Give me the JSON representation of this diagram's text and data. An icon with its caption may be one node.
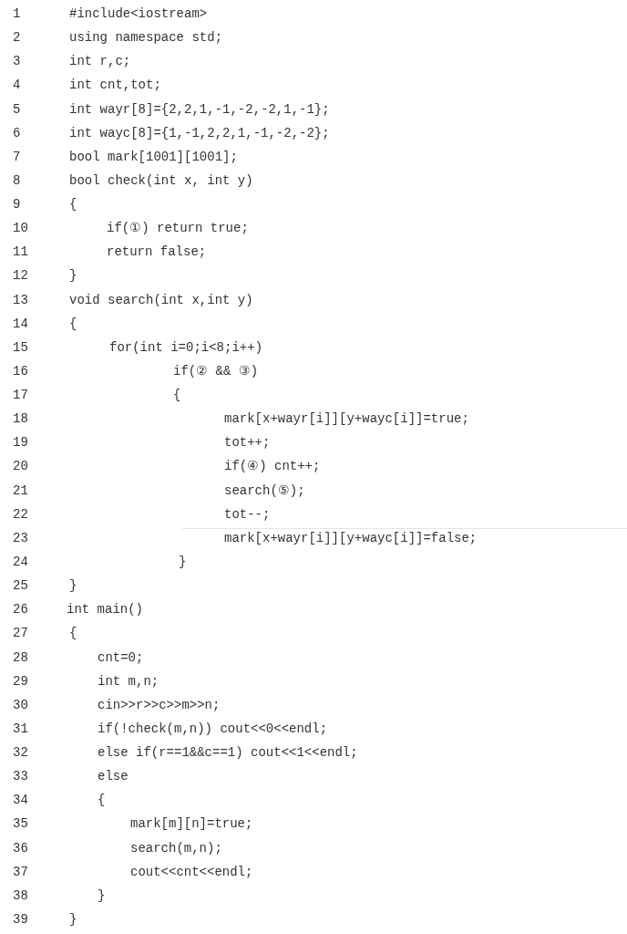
{
  "diagram": {
    "labels": [
      "1",
      "#include<iostream>",
      "2",
      "using namespace std;",
      "3",
      "int r,c;",
      "4",
      "int cnt,tot;",
      "5",
      "int wayr[8]={2,2,1,-1,-2,-2,1,-1};",
      "6",
      "int wayc[8]={1,-1,2,2,1,-1,-2,-2};",
      "7",
      "bool mark[1001][1001];",
      "8",
      "bool check(int x, int y)",
      "9",
      "{",
      "10",
      "if(①) return true;",
      "11",
      "return false;",
      "12",
      "}",
      "13",
      "void search(int x,int y)",
      "14",
      "{",
      "15",
      "for(int i=0;i<8;i++)",
      "16",
      "if(② && ③)",
      "17",
      "{",
      "18",
      "mark[x+wayr[i]][y+wayc[i]]=true;",
      "19",
      "tot++;",
      "20",
      "if(④) cnt++;",
      "21",
      "search(⑤);",
      "22",
      "tot--;",
      "23",
      "mark[x+wayr[i]][y+wayc[i]]=false;",
      "24",
      "}",
      "25",
      "}",
      "26",
      "int main()",
      "27",
      "{",
      "28",
      "cnt=0;",
      "29",
      "int m,n;",
      "30",
      "cin>>r>>c>>m>>n;",
      "31",
      "if(!check(m,n)) cout<<0<<endl;",
      "32",
      "else if(r==1&&c==1) cout<<1<<endl;",
      "33",
      "else",
      "34",
      "{",
      "35",
      "mark[m][n]=true;",
      "36",
      "search(m,n);",
      "37",
      "cout<<cnt<<endl;",
      "38",
      "}",
      "39",
      "}"
    ]
  }
}
